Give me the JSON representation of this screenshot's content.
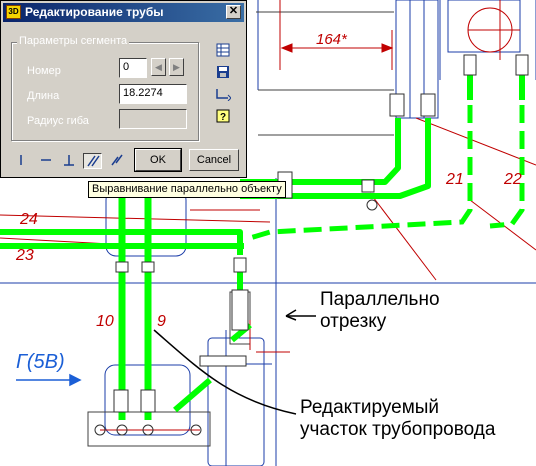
{
  "dialog": {
    "title": "Редактирование трубы",
    "close_glyph": "✕",
    "app_icon_text": "3D",
    "group_title": "Параметры сегмента",
    "fields": {
      "number_label": "Номер",
      "number_value": "0",
      "length_label": "Длина",
      "length_value": "18.2274",
      "radius_label": "Радиус гиба",
      "radius_value": ""
    },
    "spin_prev": "◀",
    "spin_next": "▶",
    "side_icons": [
      "table-icon",
      "save-icon",
      "curve-arrow-icon",
      "help-icon"
    ],
    "toolbar_icons": [
      "vertical-align-icon",
      "horizontal-align-icon",
      "perpendicular-icon",
      "parallel-icon",
      "free-align-icon"
    ],
    "ok_label": "OK",
    "cancel_label": "Cancel"
  },
  "tooltip": "Выравнивание параллельно объекту",
  "drawing": {
    "dimension_text": "164*",
    "labels": [
      "24",
      "23",
      "21",
      "22",
      "10",
      "9"
    ],
    "view_label": "Г(5В)"
  },
  "annotations": {
    "parallel_text": "Параллельно\nотрезку",
    "edited_text": "Редактируемый\nучасток трубопровода"
  },
  "colors": {
    "pipe_green": "#00ff00",
    "drawing_red": "#c00000",
    "drawing_blue": "#1b3da8",
    "dialog_face": "#d4d0c8",
    "title_blue": "#0a246a"
  }
}
